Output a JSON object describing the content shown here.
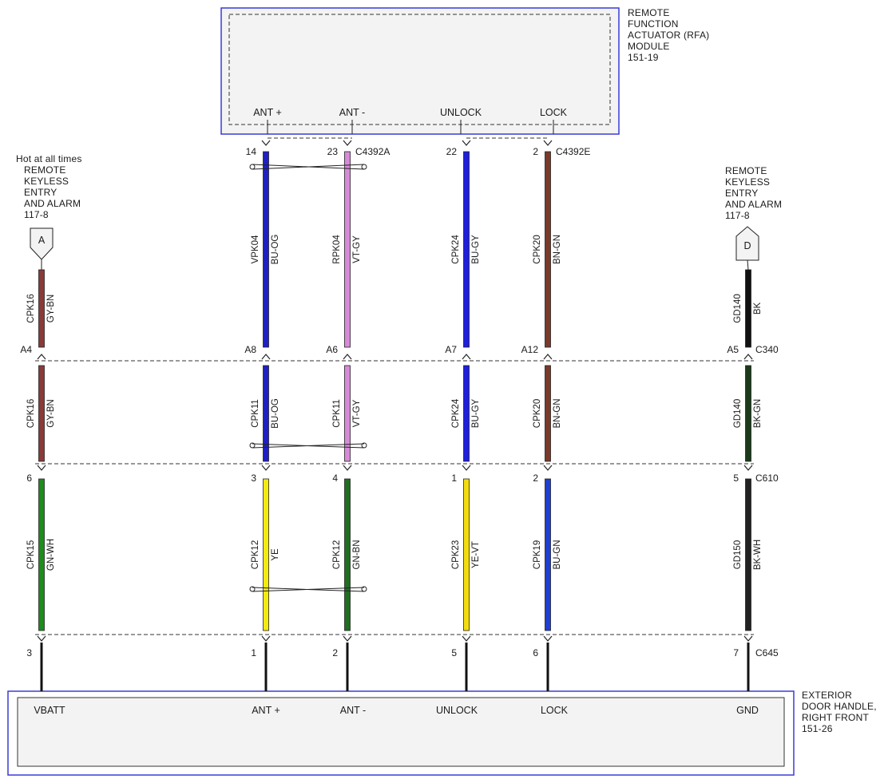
{
  "top_module": {
    "title_lines": [
      "REMOTE",
      "FUNCTION",
      "ACTUATOR (RFA)",
      "MODULE",
      "151-19"
    ],
    "pins": [
      "ANT +",
      "ANT -",
      "UNLOCK",
      "LOCK"
    ]
  },
  "bottom_module": {
    "title_lines": [
      "EXTERIOR",
      "DOOR HANDLE,",
      "RIGHT FRONT",
      "151-26"
    ],
    "pins": [
      "VBATT",
      "ANT +",
      "ANT -",
      "UNLOCK",
      "LOCK",
      "GND"
    ]
  },
  "left_ref": {
    "lines": [
      "Hot at all times",
      "REMOTE",
      "KEYLESS",
      "ENTRY",
      "AND ALARM",
      "117-8"
    ],
    "tag": "A"
  },
  "right_ref": {
    "lines": [
      "REMOTE",
      "KEYLESS",
      "ENTRY",
      "AND ALARM",
      "117-8"
    ],
    "tag": "D"
  },
  "connectors": {
    "c4392a": "C4392A",
    "c4392e": "C4392E",
    "c340": "C340",
    "c610": "C610",
    "c645": "C645"
  },
  "circuits": [
    {
      "id": "vbatt",
      "pins": {
        "c340": "A4",
        "c610": "6",
        "c645": "3"
      },
      "segments": [
        {
          "circuit": "CPK16",
          "color": "GY-BN",
          "hex": "#8a3a3a"
        },
        {
          "circuit": "CPK16",
          "color": "GY-BN",
          "hex": "#8a3a3a"
        },
        {
          "circuit": "CPK15",
          "color": "GN-WH",
          "hex": "#1e8c1e"
        }
      ]
    },
    {
      "id": "ant-plus",
      "pins": {
        "top": "14",
        "c340": "A8",
        "c610": "3",
        "c645": "1"
      },
      "segments": [
        {
          "circuit": "VPK04",
          "color": "BU-OG",
          "hex": "#1f1fc4"
        },
        {
          "circuit": "CPK11",
          "color": "BU-OG",
          "hex": "#1f1fc4"
        },
        {
          "circuit": "CPK12",
          "color": "YE",
          "hex": "#f2ea10"
        }
      ]
    },
    {
      "id": "ant-minus",
      "pins": {
        "top": "23",
        "c340": "A6",
        "c610": "4",
        "c645": "2"
      },
      "segments": [
        {
          "circuit": "RPK04",
          "color": "VT-GY",
          "hex": "#d88ad8"
        },
        {
          "circuit": "CPK11",
          "color": "VT-GY",
          "hex": "#d88ad8"
        },
        {
          "circuit": "CPK12",
          "color": "GN-BN",
          "hex": "#1f6f1f"
        }
      ]
    },
    {
      "id": "unlock",
      "pins": {
        "top": "22",
        "c340": "A7",
        "c610": "1",
        "c645": "5"
      },
      "segments": [
        {
          "circuit": "CPK24",
          "color": "BU-GY",
          "hex": "#1f1fdc"
        },
        {
          "circuit": "CPK24",
          "color": "BU-GY",
          "hex": "#1f1fdc"
        },
        {
          "circuit": "CPK23",
          "color": "YE-VT",
          "hex": "#f2dc10"
        }
      ]
    },
    {
      "id": "lock",
      "pins": {
        "top": "2",
        "c340": "A12",
        "c610": "2",
        "c645": "6"
      },
      "segments": [
        {
          "circuit": "CPK20",
          "color": "BN-GN",
          "hex": "#7a3a2a"
        },
        {
          "circuit": "CPK20",
          "color": "BN-GN",
          "hex": "#7a3a2a"
        },
        {
          "circuit": "CPK19",
          "color": "BU-GN",
          "hex": "#1f3fd0"
        }
      ]
    },
    {
      "id": "gnd",
      "pins": {
        "c340": "A5",
        "c610": "5",
        "c645": "7"
      },
      "segments": [
        {
          "circuit": "GD140",
          "color": "BK",
          "hex": "#111111"
        },
        {
          "circuit": "GD140",
          "color": "BK-GN",
          "hex": "#1a3a1a"
        },
        {
          "circuit": "GD150",
          "color": "BK-WH",
          "hex": "#222222"
        }
      ]
    }
  ]
}
